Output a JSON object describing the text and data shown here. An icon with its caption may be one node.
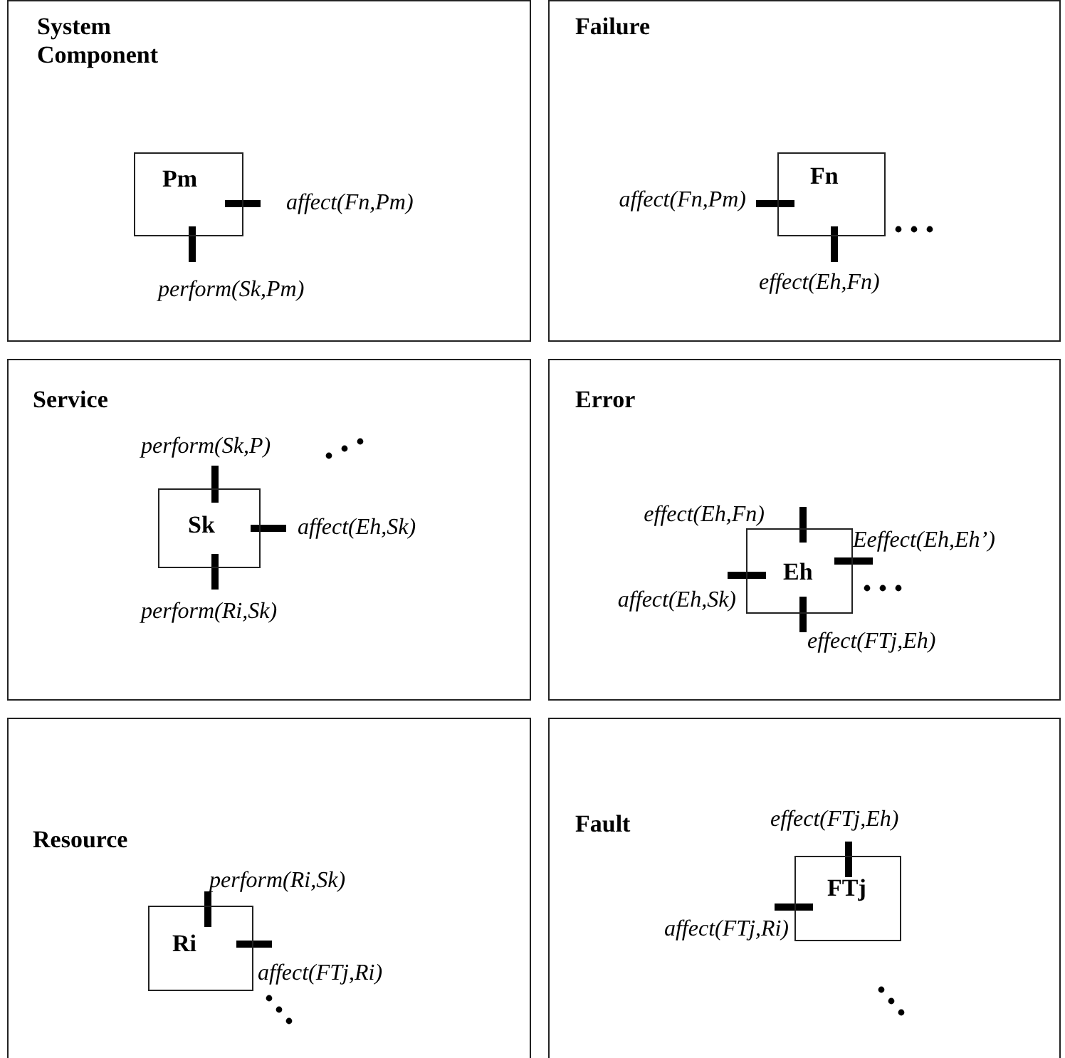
{
  "diagram": {
    "nodes": [
      {
        "text": [
          "System Component"
        ]
      },
      {
        "text": [
          "Pm"
        ],
        "in": 0,
        "beside": [
          "affect(Fn,Pm)",
          "perform(Sk,Pm)"
        ]
      },
      {
        "text": [
          "Failure"
        ]
      },
      {
        "text": [
          "Fn"
        ],
        "in": 2,
        "beside": [
          "affect(Fn,Pm)",
          "effect(Eh,Fn)"
        ]
      },
      {
        "text": [
          "Service"
        ]
      },
      {
        "text": [
          "Sk"
        ],
        "in": 4,
        "beside": [
          "perform(Sk,P)",
          "affect(Eh,Sk)",
          "perform(Ri,Sk)"
        ]
      },
      {
        "text": [
          "Error"
        ]
      },
      {
        "text": [
          "Eh"
        ],
        "in": 6,
        "beside": [
          "effect(Eh,Fn)",
          "Eeffect(Eh,Eh’)",
          "affect(Eh,Sk)",
          "effect(FTj,Eh)"
        ]
      },
      {
        "text": [
          "Resource"
        ]
      },
      {
        "text": [
          "Ri"
        ],
        "in": 8,
        "beside": [
          "perform(Ri,Sk)",
          "affect(FTj,Ri)"
        ]
      },
      {
        "text": [
          "Fault"
        ]
      },
      {
        "text": [
          "FTj"
        ],
        "in": 10,
        "beside": [
          "effect(FTj,Eh)",
          "affect(FTj,Ri)"
        ]
      }
    ],
    "edges": []
  }
}
